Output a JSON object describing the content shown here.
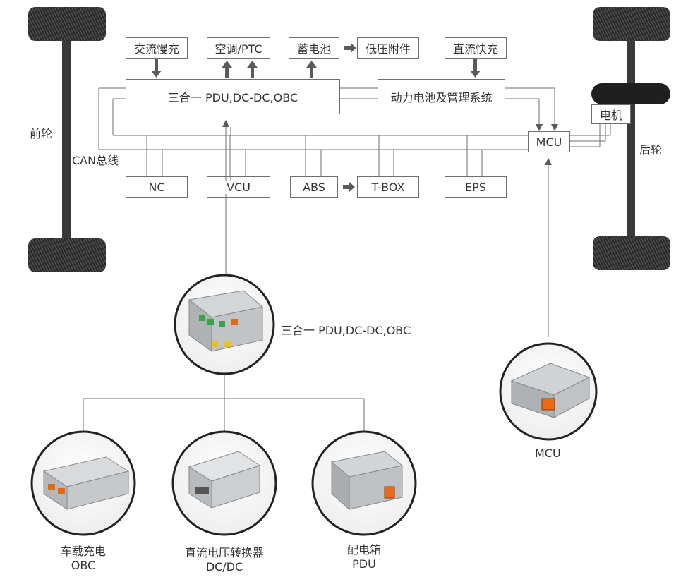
{
  "top_boxes": {
    "ac_slow_charge": "交流慢充",
    "ac_ptc": "空调/PTC",
    "battery": "蓄电池",
    "low_voltage": "低压附件",
    "dc_fast_charge": "直流快充"
  },
  "main_boxes": {
    "pdu_combo": "三合一 PDU,DC-DC,OBC",
    "power_battery": "动力电池及管理系统",
    "mcu": "MCU",
    "motor": "电机"
  },
  "bus": {
    "label": "CAN总线",
    "nodes": [
      "NC",
      "VCU",
      "ABS",
      "T-BOX",
      "EPS"
    ]
  },
  "wheels": {
    "front": "前轮",
    "rear": "后轮"
  },
  "products": {
    "pdu_combo_label": "三合一 PDU,DC-DC,OBC",
    "mcu_label": "MCU",
    "obc_line1": "车载充电",
    "obc_line2": "OBC",
    "dcdc_line1": "直流电压转换器",
    "dcdc_line2": "DC/DC",
    "pdu_line1": "配电箱",
    "pdu_line2": "PDU"
  },
  "colors": {
    "line": "#6e6e6e",
    "arrow": "#5a5a5a",
    "tire": "#2b2b2b",
    "device": "#b9bcbe"
  }
}
